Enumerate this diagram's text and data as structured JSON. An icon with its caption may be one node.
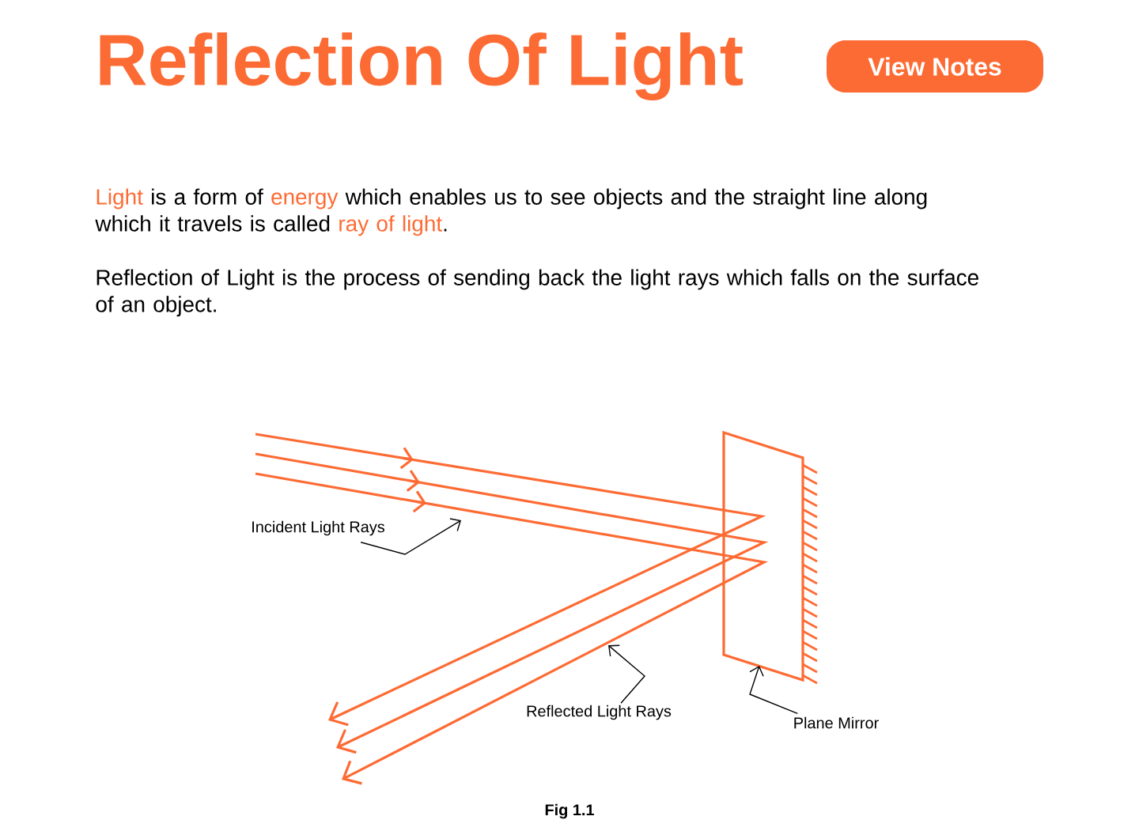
{
  "diagram": {
    "title": "Reflection Of Light",
    "caption": "Fig 1.1",
    "nodes": [
      {
        "text": [
          "View Notes"
        ]
      },
      {
        "text": [
          "Incident Light Rays"
        ]
      },
      {
        "text": [
          "Reflected Light Rays"
        ]
      },
      {
        "text": [
          "Plane Mirror"
        ]
      },
      {
        "text": [],
        "shape": "box"
      }
    ],
    "edges": [
      {
        "from": 1,
        "to": null,
        "arrow": "to"
      },
      {
        "from": 2,
        "to": null,
        "arrow": "to"
      },
      {
        "from": 3,
        "to": 4,
        "arrow": "to"
      }
    ],
    "labels": [
      "**Light** is a form of **energy** which enables us to see objects and the straight line along which it travels is called **ray of light**.",
      "Reflection of Light is the process of sending back the light rays which falls on the surface of an object."
    ]
  }
}
